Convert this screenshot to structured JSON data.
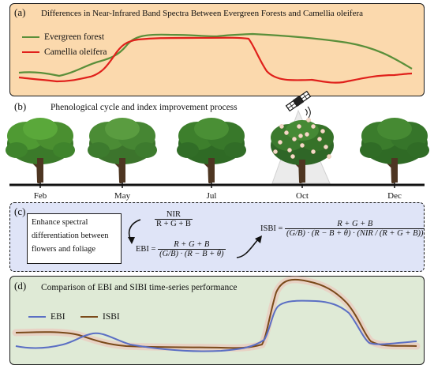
{
  "panel_a": {
    "tag": "(a)",
    "title": "Differences in Near-Infrared Band Spectra Between Evergreen Forests and Camellia oleifera",
    "legend": [
      {
        "name": "Evergreen forest",
        "color": "#5a8f3a"
      },
      {
        "name": "Camellia oleifera",
        "color": "#e0201b"
      }
    ]
  },
  "panel_b": {
    "tag": "(b)",
    "title": "Phenological cycle and index improvement process",
    "months": [
      "Feb",
      "May",
      "Jul",
      "Oct",
      "Dec"
    ],
    "flowering_month": "Oct",
    "icons": [
      "tree-icon",
      "satellite-icon"
    ]
  },
  "panel_c": {
    "tag": "(c)",
    "description": "Enhance spectral differentiation between flowers and foliage",
    "nir_numerator": "NIR",
    "nir_denominator": "R + G + B",
    "ebi_label": "EBI =",
    "ebi_numerator": "R + G + B",
    "ebi_denominator": "(G/B) · (R − B + θ)",
    "isbi_label": "ISBI =",
    "isbi_numerator": "R + G + B",
    "isbi_denominator": "(G/B) · (R − B + θ) · (NIR / (R + G + B))"
  },
  "panel_d": {
    "tag": "(d)",
    "title": "Comparison of EBI and SIBI time-series performance",
    "legend": [
      {
        "name": "EBI",
        "color": "#5b6fc4"
      },
      {
        "name": "ISBI",
        "color": "#7a4a1a"
      }
    ]
  },
  "colors": {
    "panel_a_bg": "#fbd9ad",
    "panel_c_bg": "#dfe4f7",
    "panel_d_bg": "#dfead6",
    "evergreen": "#5a8f3a",
    "camellia": "#e0201b",
    "ebi": "#5b6fc4",
    "isbi": "#7a4a1a"
  }
}
